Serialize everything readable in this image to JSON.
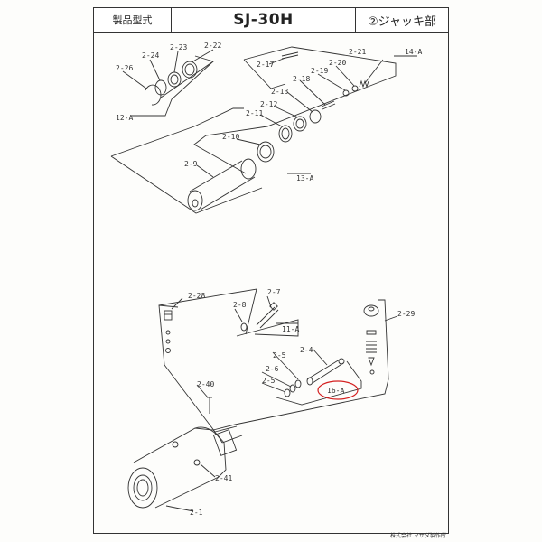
{
  "header": {
    "model_label": "製品型式",
    "model_value": "SJ-30H",
    "section_label": "②ジャッキ部"
  },
  "parts": {
    "p2_1": "2-1",
    "p2_4": "2-4",
    "p2_5a": "2-5",
    "p2_5b": "2-5",
    "p2_6": "2-6",
    "p2_7": "2-7",
    "p2_8": "2-8",
    "p2_9": "2-9",
    "p2_10": "2-10",
    "p2_11": "2-11",
    "p2_12": "2-12",
    "p2_13": "2-13",
    "p2_17": "2-17",
    "p2_18": "2-18",
    "p2_19": "2-19",
    "p2_20": "2-20",
    "p2_21": "2-21",
    "p2_22": "2-22",
    "p2_23": "2-23",
    "p2_24": "2-24",
    "p2_26": "2-26",
    "p2_28": "2-28",
    "p2_29": "2-29",
    "p2_40": "2-40",
    "p2_41": "2-41"
  },
  "assemblies": {
    "a11": "11-A",
    "a12": "12-A",
    "a13": "13-A",
    "a14": "14-A",
    "a16": "16-A"
  },
  "highlight_color": "#d42020",
  "footer": {
    "maker": "株式会社 マサダ製作所"
  }
}
